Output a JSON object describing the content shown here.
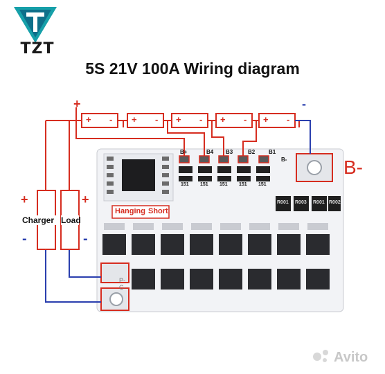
{
  "brand": {
    "name": "TZT"
  },
  "title": "5S 21V 100A Wiring diagram",
  "labels": {
    "plus": "+",
    "minus": "-",
    "b_minus_terminal": "B-",
    "b_minus_small": "B-",
    "charger": "Charger",
    "load": "Load",
    "hanging": "Hanging",
    "short": "Short",
    "board_pads": [
      "B+",
      "B4",
      "B3",
      "B2",
      "B1"
    ],
    "resistor_codes": [
      "151",
      "151",
      "151",
      "151",
      "151"
    ],
    "shunt_codes": [
      "R001",
      "R003",
      "R001",
      "R002"
    ],
    "port_p": "P-",
    "port_c": "C-"
  },
  "cells": {
    "count": 5,
    "plus_symbol": "+",
    "minus_symbol": "-"
  },
  "colors": {
    "wire_red": "#d62d20",
    "wire_blue": "#2a3fae",
    "board": "#f2f3f6",
    "brand_teal": "#16a0a9"
  },
  "watermark": "Avito"
}
